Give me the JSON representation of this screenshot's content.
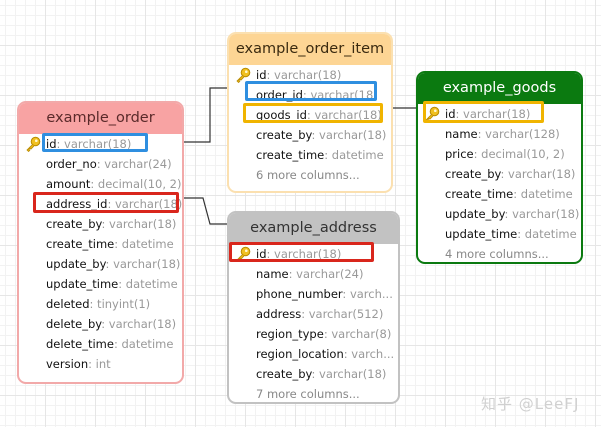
{
  "tables": {
    "order": {
      "name": "example_order",
      "header_color": "#f8a3a3",
      "border_color": "#f2a9a9",
      "columns": [
        {
          "name": "id",
          "type": ": varchar(18)",
          "pk": true
        },
        {
          "name": "order_no",
          "type": ": varchar(24)"
        },
        {
          "name": "amount",
          "type": ": decimal(10, 2)"
        },
        {
          "name": "address_id",
          "type": ": varchar(18)"
        },
        {
          "name": "create_by",
          "type": ": varchar(18)"
        },
        {
          "name": "create_time",
          "type": ": datetime"
        },
        {
          "name": "update_by",
          "type": ": varchar(18)"
        },
        {
          "name": "update_time",
          "type": ": datetime"
        },
        {
          "name": "deleted",
          "type": ": tinyint(1)"
        },
        {
          "name": "delete_by",
          "type": ": varchar(18)"
        },
        {
          "name": "delete_time",
          "type": ": datetime"
        },
        {
          "name": "version",
          "type": ": int"
        }
      ]
    },
    "order_item": {
      "name": "example_order_item",
      "header_color": "#fdd594",
      "border_color": "#fbe0b0",
      "columns": [
        {
          "name": "id",
          "type": ": varchar(18)",
          "pk": true
        },
        {
          "name": "order_id",
          "type": ": varchar(18)"
        },
        {
          "name": "goods_id",
          "type": ": varchar(18)"
        },
        {
          "name": "create_by",
          "type": ": varchar(18)"
        },
        {
          "name": "create_time",
          "type": ": datetime"
        }
      ],
      "more": "6 more columns..."
    },
    "goods": {
      "name": "example_goods",
      "header_color": "#0b7a10",
      "border_color": "#0b7a10",
      "columns": [
        {
          "name": "id",
          "type": ": varchar(18)",
          "pk": true
        },
        {
          "name": "name",
          "type": ": varchar(128)"
        },
        {
          "name": "price",
          "type": ": decimal(10, 2)"
        },
        {
          "name": "create_by",
          "type": ": varchar(18)"
        },
        {
          "name": "create_time",
          "type": ": datetime"
        },
        {
          "name": "update_by",
          "type": ": varchar(18)"
        },
        {
          "name": "update_time",
          "type": ": datetime"
        }
      ],
      "more": "4 more columns..."
    },
    "address": {
      "name": "example_address",
      "header_color": "#c2c2c2",
      "border_color": "#c2c2c2",
      "columns": [
        {
          "name": "id",
          "type": ": varchar(18)",
          "pk": true
        },
        {
          "name": "name",
          "type": ": varchar(24)"
        },
        {
          "name": "phone_number",
          "type": ": varch..."
        },
        {
          "name": "address",
          "type": ": varchar(512)"
        },
        {
          "name": "region_type",
          "type": ": varchar(8)"
        },
        {
          "name": "region_location",
          "type": ": varch..."
        },
        {
          "name": "create_by",
          "type": ": varchar(18)"
        }
      ],
      "more": "7 more columns..."
    }
  },
  "highlight_colors": {
    "blue": "#2f8fe0",
    "red": "#d9261c",
    "yellow": "#f0b400"
  },
  "watermark": "知乎 @LeeFJ"
}
